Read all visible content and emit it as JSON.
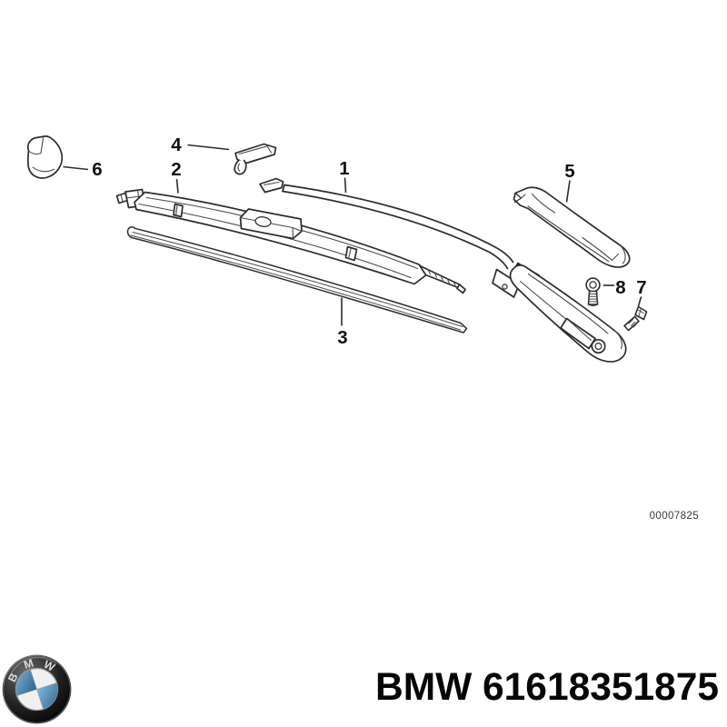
{
  "diagram": {
    "callouts": [
      "1",
      "2",
      "3",
      "4",
      "5",
      "6",
      "7",
      "8"
    ],
    "sheet_number": "00007825"
  },
  "footer": {
    "brand": "BMW",
    "number": "61618351875",
    "logo_letters": [
      "B",
      "M",
      "W"
    ]
  },
  "colors": {
    "line": "#2d2d2d",
    "text": "#060606",
    "logo_blue_light": "#85b7d8",
    "logo_blue_dark": "#2a6390"
  }
}
